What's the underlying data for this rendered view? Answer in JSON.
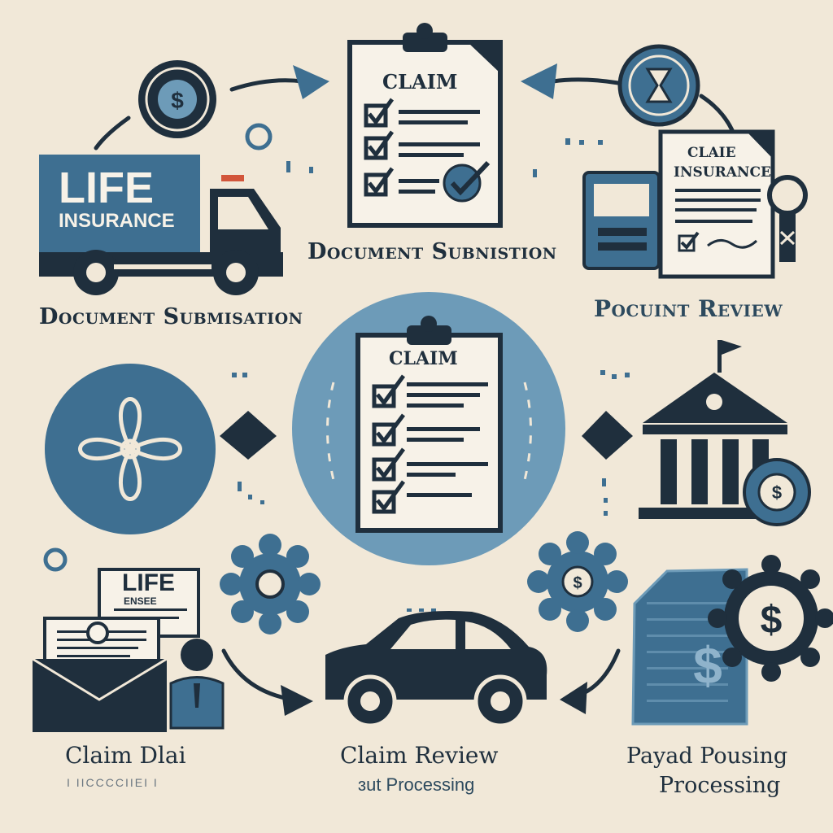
{
  "colors": {
    "background": "#f1e8d8",
    "navy": "#1f2f3d",
    "steel_blue": "#3e6f91",
    "light_blue": "#6d9bb8",
    "pale_blue": "#8fb3cb",
    "paper": "#f7f2e8",
    "accent_red": "#d2553a"
  },
  "truck": {
    "line1": "LIFE",
    "line2": "INSURANCE"
  },
  "top_clipboard": {
    "title": "CLAIM"
  },
  "center_clipboard": {
    "title": "CLAIM"
  },
  "review_doc": {
    "line1": "CLAIE",
    "line2": "INSURANCE"
  },
  "envelope_card": {
    "title": "LIFE",
    "subtitle": "ENSEE"
  },
  "labels": {
    "top_left": "Document Submisation",
    "top_center": "Document Subnistion",
    "top_right": "Pocuint Review",
    "bottom_left": "Claim Dlai",
    "bottom_left_sub": "I IICCCCIIEI I",
    "bottom_center": "Claim Review",
    "bottom_center_sub": "ɜut Processing",
    "bottom_right": "Payad Pousing",
    "bottom_right_sub": "Processing"
  },
  "icons": {
    "coin_top_left": "dollar-coin-icon",
    "hourglass_top_right": "hourglass-icon",
    "flower_left": "flower-icon",
    "bank": "bank-icon",
    "car": "car-icon",
    "money_doc": "money-document-icon",
    "gear_left": "gear-icon",
    "gear_right": "gear-dollar-icon",
    "envelope": "envelope-icon",
    "person": "person-icon",
    "calculator": "calculator-icon",
    "key": "key-icon",
    "truck": "truck-icon"
  }
}
